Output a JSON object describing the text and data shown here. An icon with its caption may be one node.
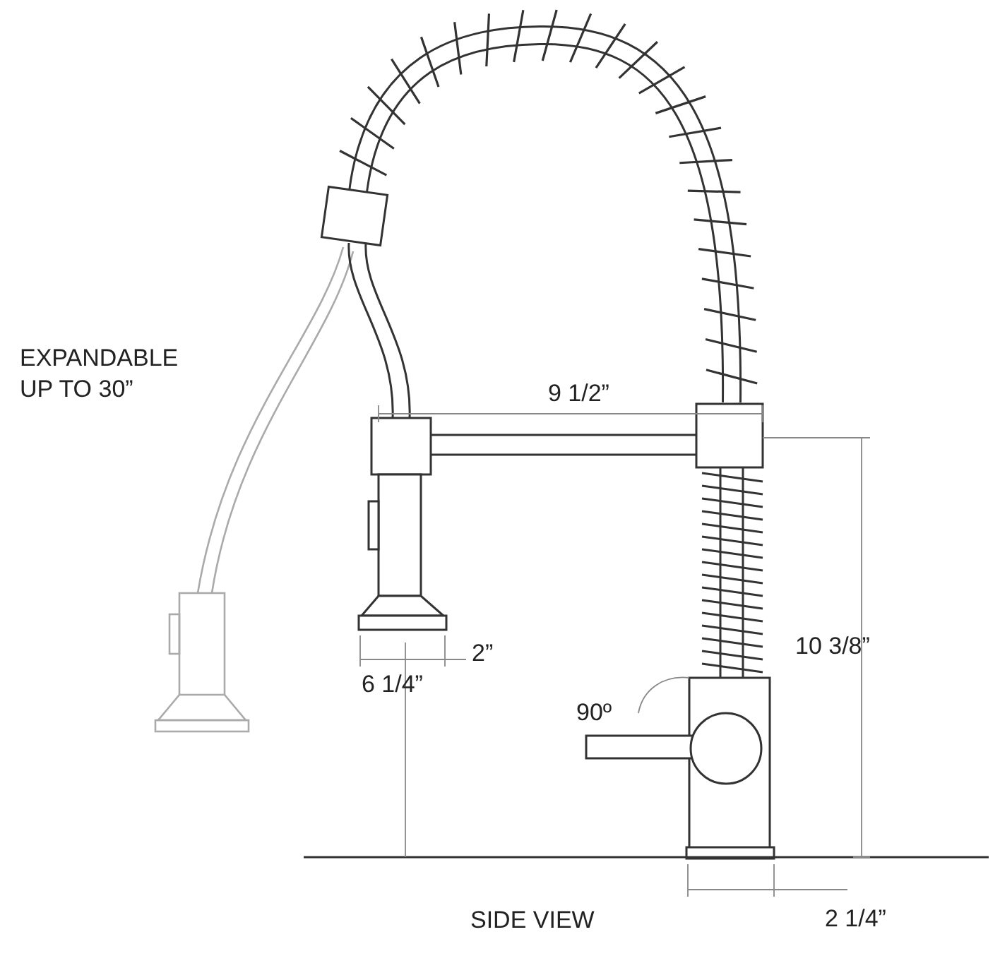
{
  "diagram": {
    "caption": "SIDE VIEW",
    "labels": [
      "EXPANDABLE UP TO 30”",
      "9 1/2”",
      "2”",
      "6 1/4”",
      "10 3/8”",
      "90º",
      "2 1/4”"
    ]
  }
}
